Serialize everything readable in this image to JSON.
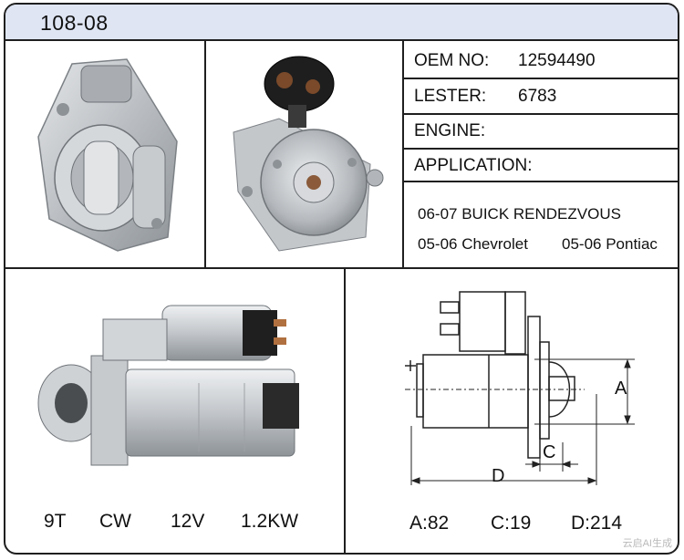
{
  "part_number": "108-08",
  "specs": {
    "oem_label": "OEM NO:",
    "oem_value": "12594490",
    "lester_label": "LESTER:",
    "lester_value": "6783",
    "engine_label": "ENGINE:",
    "engine_value": "",
    "application_label": "APPLICATION:"
  },
  "applications": {
    "line1": "06-07 BUICK RENDEZVOUS",
    "line2_a": "05-06 Chevrolet",
    "line2_b": "05-06 Pontiac"
  },
  "electrical": {
    "teeth": "9T",
    "rotation": "CW",
    "voltage": "12V",
    "power": "1.2KW"
  },
  "dimensions": {
    "label_a": "A",
    "label_c": "C",
    "label_d": "D",
    "a": "A:82",
    "c": "C:19",
    "d": "D:214"
  },
  "watermark": "云启AI生成",
  "colors": {
    "header_bg": "#dfe5f3",
    "border": "#1f1f1f",
    "metal": "#c6c9cc"
  }
}
